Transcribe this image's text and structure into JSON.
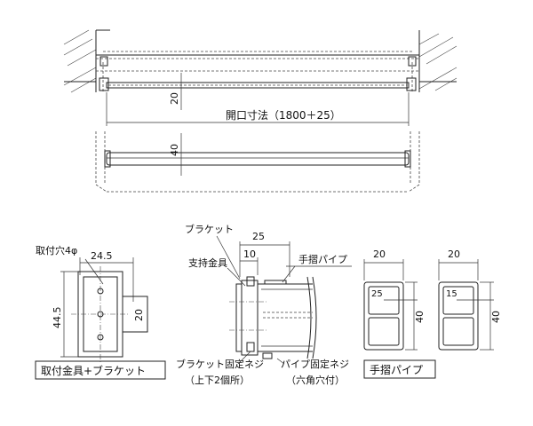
{
  "dims": {
    "gap_20": "20",
    "opening": "開口寸法（1800＋25）",
    "pipe_40": "40",
    "mount_width": "24.5",
    "mount_height": "44.5",
    "mount_inner": "20",
    "bracket_width": "25",
    "bracket_inner": "10",
    "pipe_a_width": "20",
    "pipe_a_inner": "25",
    "pipe_a_height": "40",
    "pipe_b_width": "20",
    "pipe_b_inner": "15",
    "pipe_b_height": "40"
  },
  "labels": {
    "mount_hole": "取付穴4φ",
    "mount_caption": "取付金具+ブラケット",
    "bracket": "ブラケット",
    "support": "支持金具",
    "handrail_pipe": "手摺パイプ",
    "bracket_screw": "ブラケット固定ネジ",
    "bracket_screw_note": "（上下2個所）",
    "pipe_screw": "パイプ固定ネジ",
    "pipe_screw_note": "（六角穴付）",
    "pipe_caption": "手摺パイプ"
  }
}
